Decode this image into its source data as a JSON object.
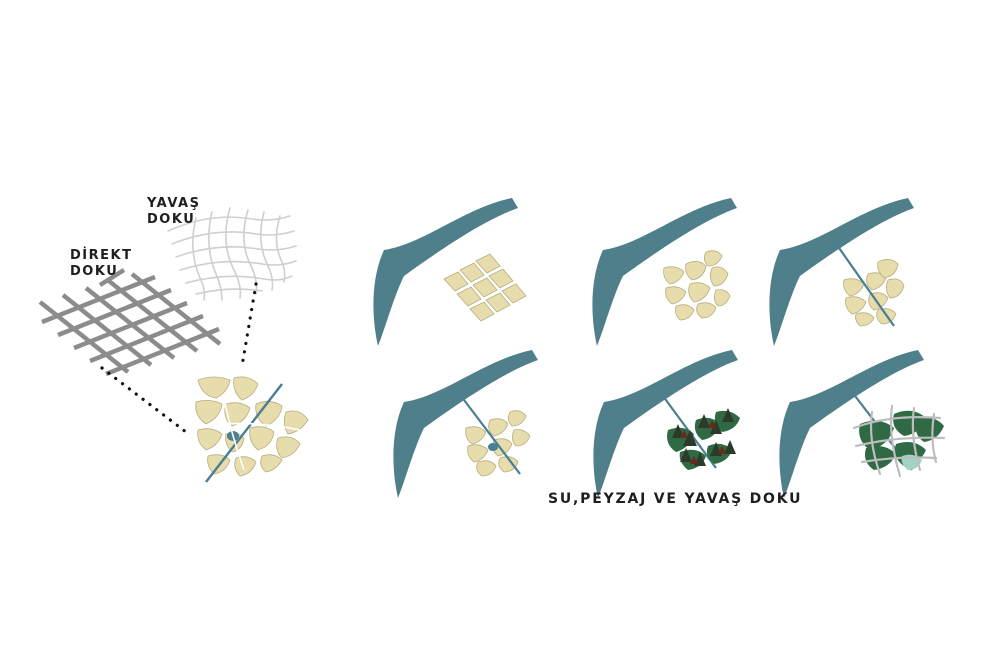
{
  "labels": {
    "yavas_doku_line1": "YAVAŞ",
    "yavas_doku_line2": "DOKU",
    "direkt_doku_line1": "DİREKT",
    "direkt_doku_line2": "DOKU",
    "caption": "SU,PEYZAJ VE YAVAŞ DOKU"
  },
  "colors": {
    "river": "#4e7f8a",
    "block_fill": "#e6dcac",
    "block_stroke": "#b8ad7e",
    "grid_grey": "#8c8c8c",
    "soft_grid": "#cfcfcf",
    "dots": "#111111",
    "axis_line": "#4a7e92",
    "tree_dark": "#2c3a2a",
    "tree_red": "#6a2a1a",
    "green_patch": "#2f6a45",
    "mint": "#9fd3c3"
  },
  "panels": [
    {
      "id": "slow-fabric-sketch"
    },
    {
      "id": "direct-grid-sketch"
    },
    {
      "id": "composite-plan"
    },
    {
      "id": "step-1-river-grid"
    },
    {
      "id": "step-2-river-deformed"
    },
    {
      "id": "step-3-river-axis"
    },
    {
      "id": "step-4-river-axis-pool"
    },
    {
      "id": "step-5-landscape-trees"
    },
    {
      "id": "step-6-landscape-overlay"
    }
  ]
}
